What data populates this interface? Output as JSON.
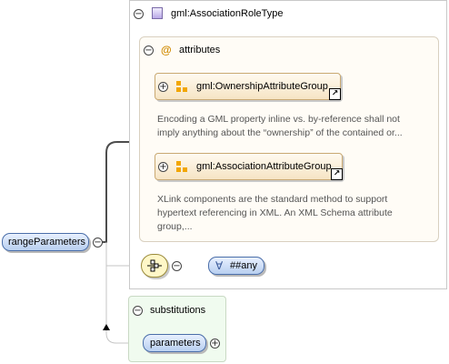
{
  "root_element": {
    "label": "rangeParameters"
  },
  "type_box": {
    "label": "gml:AssociationRoleType"
  },
  "attributes_box": {
    "icon": "@",
    "label": "attributes"
  },
  "attribute_groups": [
    {
      "label": "gml:OwnershipAttributeGroup",
      "description": "Encoding a GML property inline vs. by-reference shall not imply anything about the “ownership” of the contained or..."
    },
    {
      "label": "gml:AssociationAttributeGroup",
      "description": "XLink components are the standard method to support hypertext referencing in XML. An XML Schema attribute group,..."
    }
  ],
  "any_element": {
    "icon": "∀",
    "label": "##any"
  },
  "substitutions_box": {
    "label": "substitutions",
    "item": "parameters"
  },
  "symbols": {
    "minus": "−",
    "plus": "+",
    "link": "↗"
  },
  "colors": {
    "connector": "#4d4d4d",
    "pill_border": "#4a6ea9",
    "attr_border": "#c9a973",
    "subst_bg": "#f0fbef"
  }
}
